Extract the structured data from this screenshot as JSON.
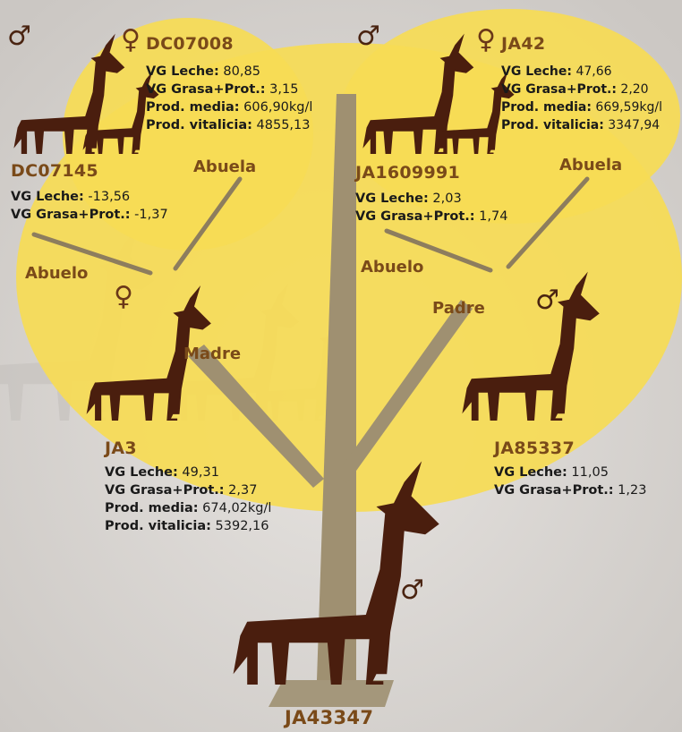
{
  "colors": {
    "background": "#dcd9d6",
    "canopy": "#f6dc55",
    "trunk": "#9f9071",
    "goat": "#4a1e0e",
    "id_label": "#7a4a19",
    "female_symbol": "#6a3718",
    "male_symbol": "#4a2411"
  },
  "symbols": {
    "male": "♂",
    "female": "♀"
  },
  "grandparents": {
    "paternal_grandmother": {
      "id": "JA42",
      "vg_leche_label": "VG Leche:",
      "vg_leche": "47,66",
      "vg_grasa_label": "VG Grasa+Prot.:",
      "vg_grasa": "2,20",
      "prod_media_label": "Prod. media:",
      "prod_media": "669,59kg/l",
      "prod_vitalicia_label": "Prod. vitalicia:",
      "prod_vitalicia": "3347,94",
      "role": "Abuela"
    },
    "paternal_grandfather": {
      "id": "JA1609991",
      "vg_leche_label": "VG Leche:",
      "vg_leche": "2,03",
      "vg_grasa_label": "VG Grasa+Prot.:",
      "vg_grasa": "1,74",
      "role": "Abuelo"
    },
    "maternal_grandmother": {
      "id": "DC07008",
      "vg_leche_label": "VG Leche:",
      "vg_leche": "80,85",
      "vg_grasa_label": "VG Grasa+Prot.:",
      "vg_grasa": "3,15",
      "prod_media_label": "Prod. media:",
      "prod_media": "606,90kg/l",
      "prod_vitalicia_label": "Prod. vitalicia:",
      "prod_vitalicia": "4855,13",
      "role": "Abuela"
    },
    "maternal_grandfather": {
      "id": "DC07145",
      "vg_leche_label": "VG Leche:",
      "vg_leche": "-13,56",
      "vg_grasa_label": "VG Grasa+Prot.:",
      "vg_grasa": "-1,37",
      "role": "Abuelo"
    }
  },
  "parents": {
    "mother": {
      "id": "JA3",
      "role": "Madre",
      "vg_leche_label": "VG Leche:",
      "vg_leche": "49,31",
      "vg_grasa_label": "VG Grasa+Prot.:",
      "vg_grasa": "2,37",
      "prod_media_label": "Prod. media:",
      "prod_media": "674,02kg/l",
      "prod_vitalicia_label": "Prod. vitalicia:",
      "prod_vitalicia": "5392,16"
    },
    "father": {
      "id": "JA85337",
      "role": "Padre",
      "vg_leche_label": "VG Leche:",
      "vg_leche": "11,05",
      "vg_grasa_label": "VG Grasa+Prot.:",
      "vg_grasa": "1,23"
    }
  },
  "subject": {
    "id": "JA43347"
  }
}
